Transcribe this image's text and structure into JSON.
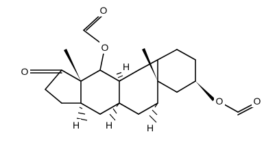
{
  "molecule": {
    "atoms": {
      "o_ketone": "O",
      "o_ester_11": "O",
      "o_formyl_11": "O",
      "o_ester_3": "O",
      "o_formyl_3": "O",
      "h_11": "H",
      "h_8": "H",
      "h_14": "H",
      "h_5": "H"
    }
  }
}
